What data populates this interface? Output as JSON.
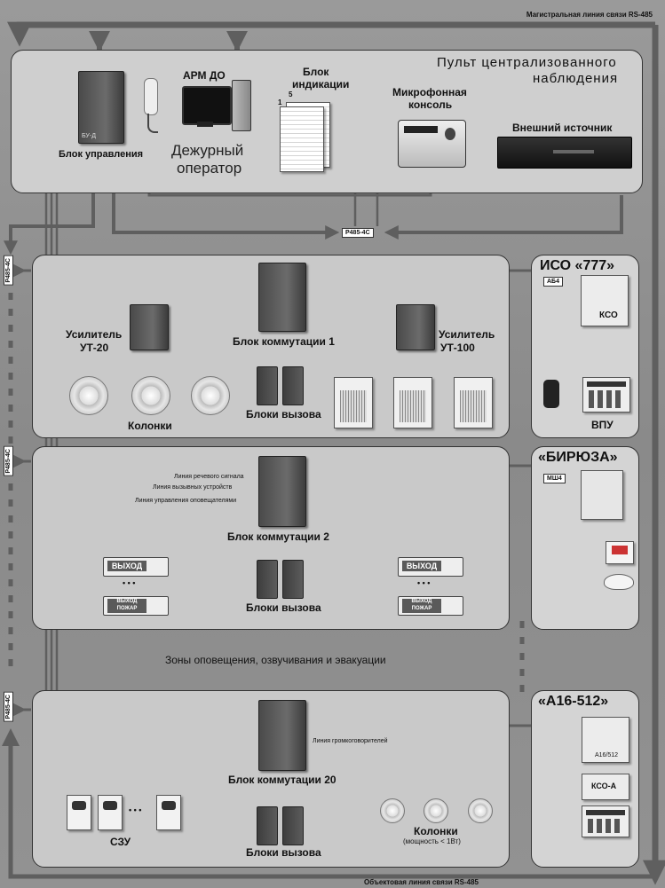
{
  "top_line_label": "Магистральная линия связи RS-485",
  "bottom_line_label": "Объектовая линия связи RS-485",
  "central": {
    "title_line1": "Пульт централизованного",
    "title_line2": "наблюдения",
    "control_unit": "Блок управления",
    "arm": "АРМ ДО",
    "indication_line1": "Блок",
    "indication_line2": "индикации",
    "indication_num1": "5",
    "indication_num2": "1",
    "mic_line1": "Микрофонная",
    "mic_line2": "консоль",
    "ext_source": "Внешний источник",
    "operator_line1": "Дежурный",
    "operator_line2": "оператор",
    "device_label": "БУ-Д"
  },
  "rs_tag": "Р485-4С",
  "left_tags": [
    "Р485-4С",
    "Р485-4С",
    "Р485-4С"
  ],
  "zone1": {
    "amp_left_line1": "Усилитель",
    "amp_left_line2": "УТ-20",
    "amp_right_line1": "Усилитель",
    "amp_right_line2": "УТ-100",
    "switch_unit": "Блок коммутации 1",
    "speakers": "Колонки",
    "call_units": "Блоки вызова"
  },
  "zone2": {
    "line_speech": "Линия речевого сигнала",
    "line_call": "Линия вызывных устройств",
    "line_control": "Линия управления оповещателями",
    "switch_unit": "Блок коммутации 2",
    "call_units": "Блоки вызова",
    "exit": "ВЫХОД",
    "exit_fire_1": "ВЫХОД",
    "exit_fire_2": "ПОЖАР",
    "dots": "• • •"
  },
  "zones_caption": "Зоны оповещения, озвучивания и эвакуации",
  "zone20": {
    "line_loud": "Линия громкоговорителей",
    "switch_unit": "Блок коммутации 20",
    "call_units": "Блоки вызова",
    "szu": "СЗУ",
    "speakers": "Колонки",
    "power_note": "(мощность < 1Вт)",
    "dots": "• • •"
  },
  "iso": {
    "title": "ИСО «777»",
    "tag": "АБ4",
    "kso": "КСО",
    "vpu": "ВПУ"
  },
  "biryuza": {
    "title": "«БИРЮЗА»",
    "tag": "МШ4"
  },
  "a16": {
    "title": "«А16-512»",
    "kso": "КСО-А",
    "dev": "А16/512"
  },
  "colors": {
    "arrow": "#5f5f5f",
    "panel": "#cfcfcf",
    "background": "#8e8e8e"
  }
}
